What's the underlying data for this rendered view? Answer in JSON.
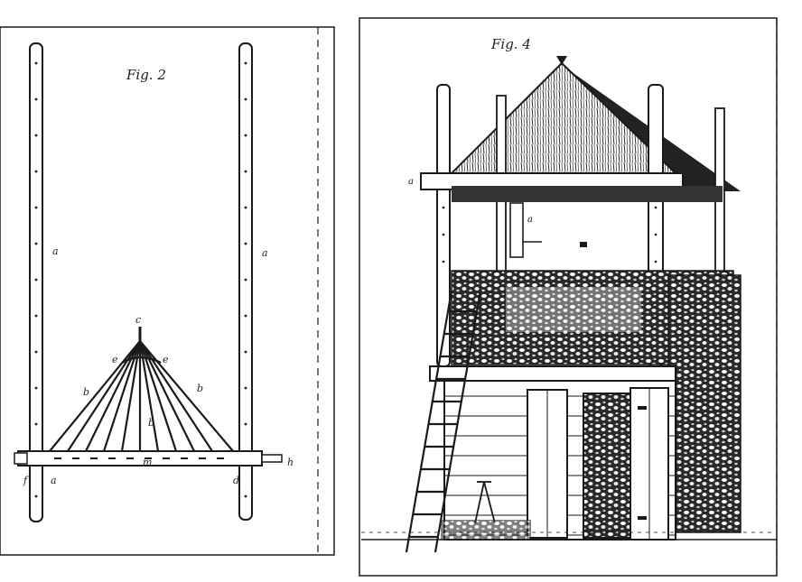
{
  "plates": {
    "left": {
      "caption": "Fig. 2",
      "letters": {
        "left_post": "a",
        "right_post": "a",
        "apex": "c",
        "rib_left": "b",
        "rib_right": "b",
        "rib_center": "b",
        "arc_left": "e",
        "arc_right": "e",
        "bar_left": "f",
        "bar_left2": "a",
        "bar_center": "m",
        "bar_right": "d",
        "bar_end": "h"
      }
    },
    "right": {
      "caption": "Fig. 4",
      "letters": {
        "beam_end": "a",
        "pole_mark": "a"
      }
    }
  },
  "colors": {
    "ink": "#1a1a1a",
    "paper": "#ffffff"
  }
}
